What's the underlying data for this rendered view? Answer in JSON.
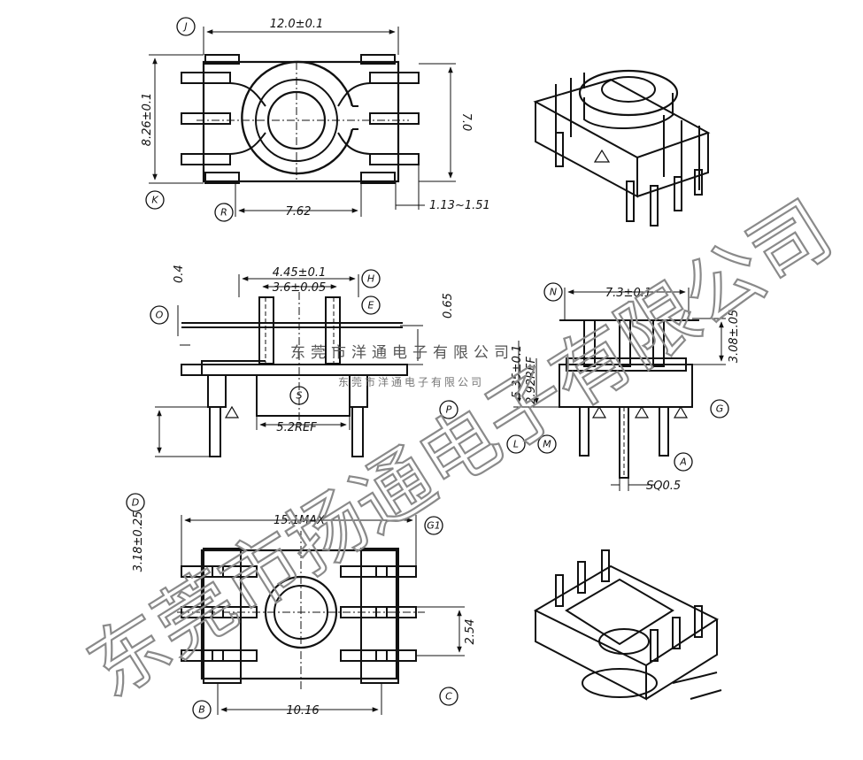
{
  "top_view": {
    "dim_width": "12.0±0.1",
    "dim_height": "8.26±0.1",
    "dim_right": "7.0",
    "dim_bottom": "7.62",
    "dim_pin": "1.13~1.51",
    "callouts": {
      "j": "J",
      "k": "K",
      "r": "R"
    }
  },
  "side_view": {
    "dim_top": "0.4",
    "dim_width1": "4.45±0.1",
    "dim_width2": "3.6±0.05",
    "dim_ref": "5.2REF",
    "dim_height": "0.65",
    "dim_pin_len": "3.18±0.25",
    "callouts": {
      "o": "O",
      "h": "H",
      "e": "E",
      "s": "S",
      "p": "P",
      "d": "D"
    }
  },
  "end_view": {
    "dim_width": "7.3±0.1",
    "dim_right": "3.08±.05",
    "dim_h1": "5.35±0.1",
    "dim_h2": "2.92REF",
    "dim_pin": "SQ0.5",
    "callouts": {
      "l": "L",
      "m": "M",
      "g": "G",
      "a": "A",
      "n": "N"
    }
  },
  "bottom_view": {
    "dim_max": "15.1MAX",
    "dim_pitch": "2.54",
    "dim_span": "10.16",
    "callouts": {
      "g1": "G1",
      "c": "C",
      "b": "B"
    }
  },
  "watermark": {
    "small": "东莞市洋通电子有限公司",
    "small2": "东莞市洋通电子有限公司",
    "large": "东莞市扬通电子有限公司"
  }
}
